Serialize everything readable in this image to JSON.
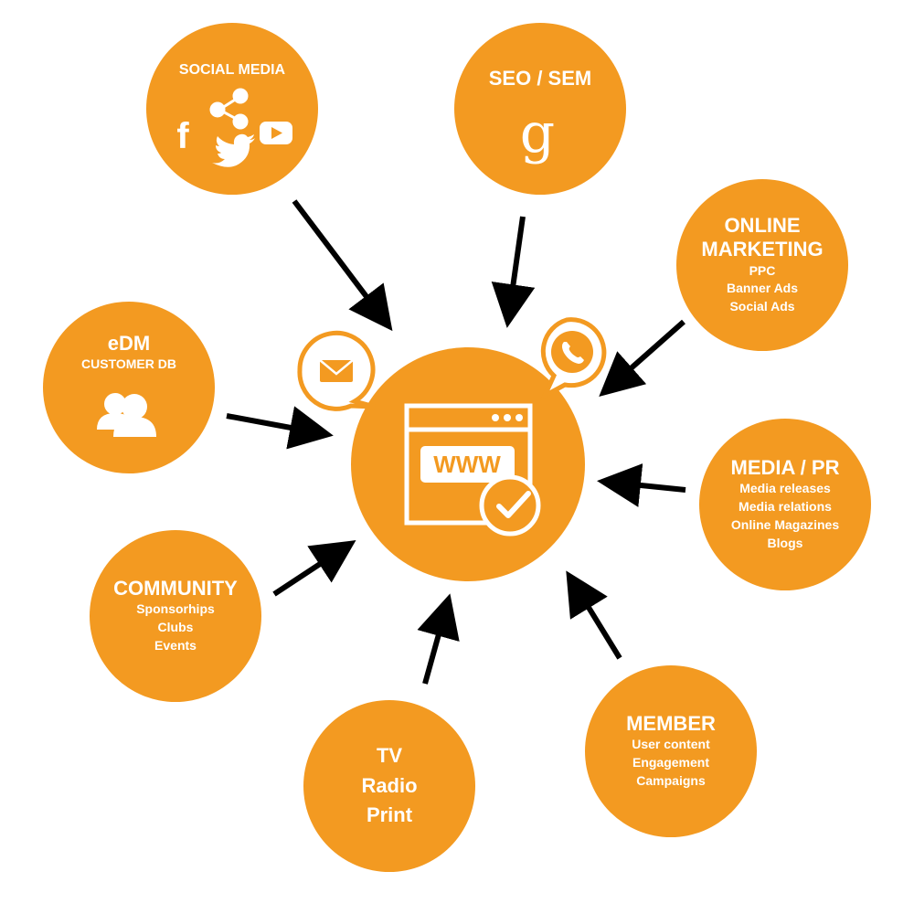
{
  "colors": {
    "accent": "#F39A21",
    "text_on_accent": "#FFFFFF",
    "arrow": "#000000"
  },
  "center": {
    "label": "WWW",
    "icons": [
      "browser-window-icon",
      "checkmark-badge-icon",
      "email-bubble-icon",
      "phone-bubble-icon"
    ]
  },
  "nodes": {
    "social": {
      "title": "SOCIAL MEDIA",
      "icons": [
        "share-icon",
        "facebook-icon",
        "youtube-icon",
        "twitter-icon"
      ]
    },
    "seo": {
      "title": "SEO / SEM",
      "icons": [
        "google-icon"
      ]
    },
    "online": {
      "title_line1": "ONLINE",
      "title_line2": "MARKETING",
      "items": [
        "PPC",
        "Banner Ads",
        "Social Ads"
      ]
    },
    "edm": {
      "title": "eDM",
      "subtitle": "CUSTOMER DB",
      "icons": [
        "users-icon"
      ]
    },
    "media": {
      "title": "MEDIA / PR",
      "items": [
        "Media releases",
        "Media relations",
        "Online Magazines",
        "Blogs"
      ]
    },
    "community": {
      "title": "COMMUNITY",
      "items": [
        "Sponsorhips",
        "Clubs",
        "Events"
      ]
    },
    "tv": {
      "items": [
        "TV",
        "Radio",
        "Print"
      ]
    },
    "member": {
      "title": "MEMBER",
      "items": [
        "User content",
        "Engagement",
        "Campaigns"
      ]
    }
  }
}
